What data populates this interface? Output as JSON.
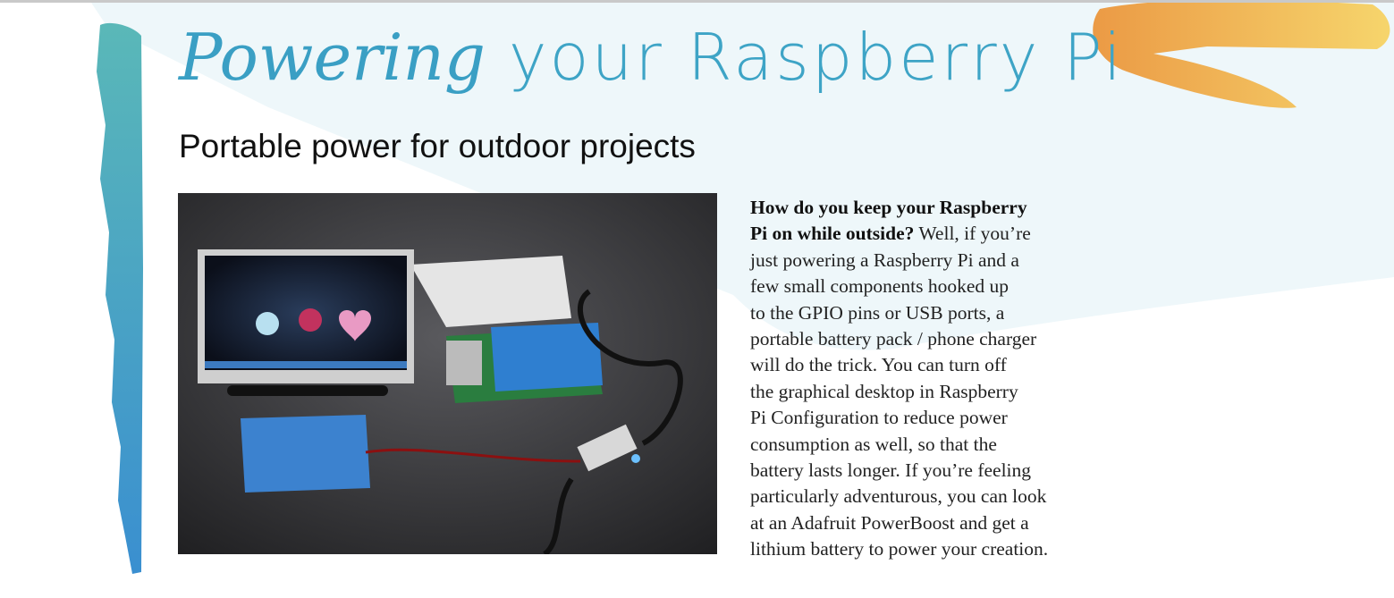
{
  "title": {
    "script_word": "Powering",
    "rest": "your Raspberry Pi"
  },
  "subtitle": "Portable power for outdoor projects",
  "body": {
    "lead_lines": [
      "How do you keep your Raspberry",
      "Pi on while outside?"
    ],
    "lines": [
      " Well, if you’re",
      "just powering a Raspberry Pi and a",
      "few small components hooked up",
      "to the GPIO pins or USB ports, a",
      "portable battery pack / phone charger",
      "will do the trick. You can turn off",
      "the graphical desktop in Raspberry",
      "Pi Configuration to reduce power",
      "consumption as well, so that the",
      "battery lasts longer. If you’re feeling",
      "particularly adventurous, you can look",
      "at an Adafruit PowerBoost and get a",
      "lithium battery to power your creation."
    ]
  },
  "colors": {
    "accent": "#3ea4c6",
    "brush_top": "#5ab8b8",
    "brush_bottom": "#3a8fd0",
    "orange": "#f0a34a",
    "bg_tint": "#eef7fa"
  }
}
